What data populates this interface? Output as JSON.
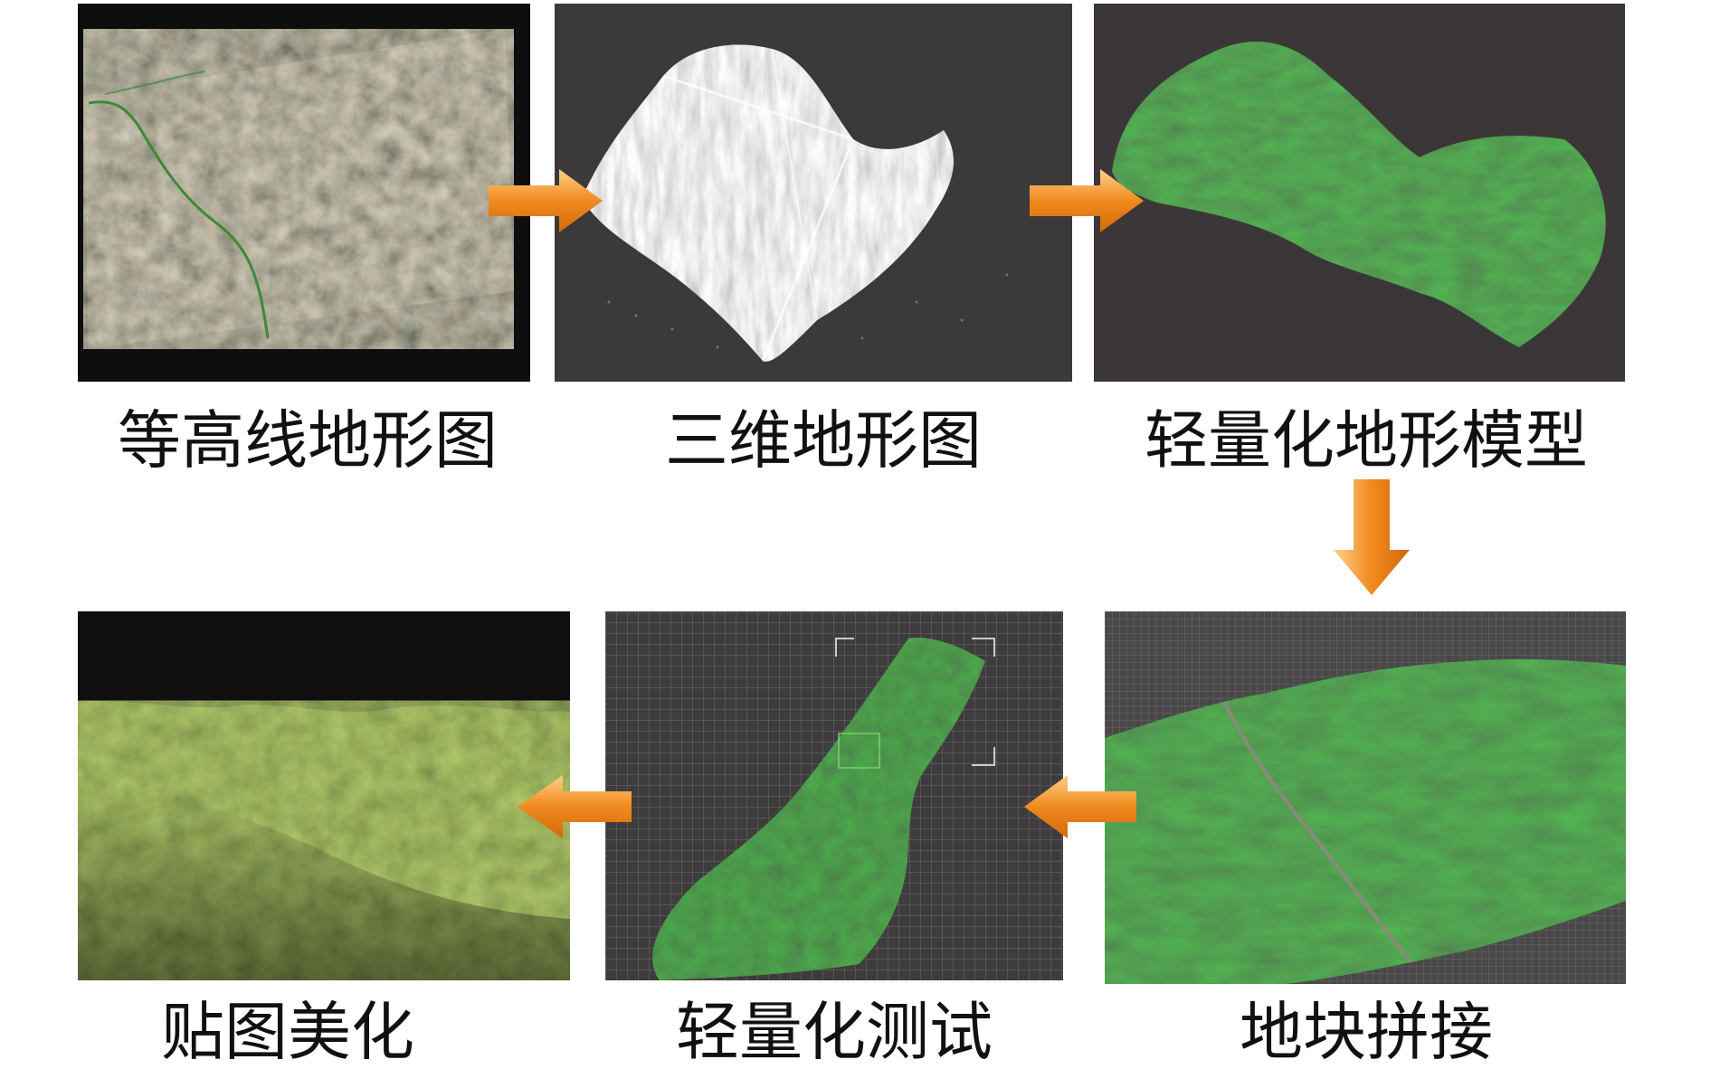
{
  "steps": [
    {
      "label": "等高线地形图"
    },
    {
      "label": "三维地形图"
    },
    {
      "label": "轻量化地形模型"
    },
    {
      "label": "地块拼接"
    },
    {
      "label": "轻量化测试"
    },
    {
      "label": "贴图美化"
    }
  ],
  "icons": {
    "arrow": "orange-arrow-icon"
  },
  "colors": {
    "arrow_orange": "#f08a1e",
    "arrow_highlight": "#ffd08a",
    "terrain_green": "#2f5a2c",
    "dark_bg": "#111111",
    "gray_bg": "#3a3738"
  }
}
